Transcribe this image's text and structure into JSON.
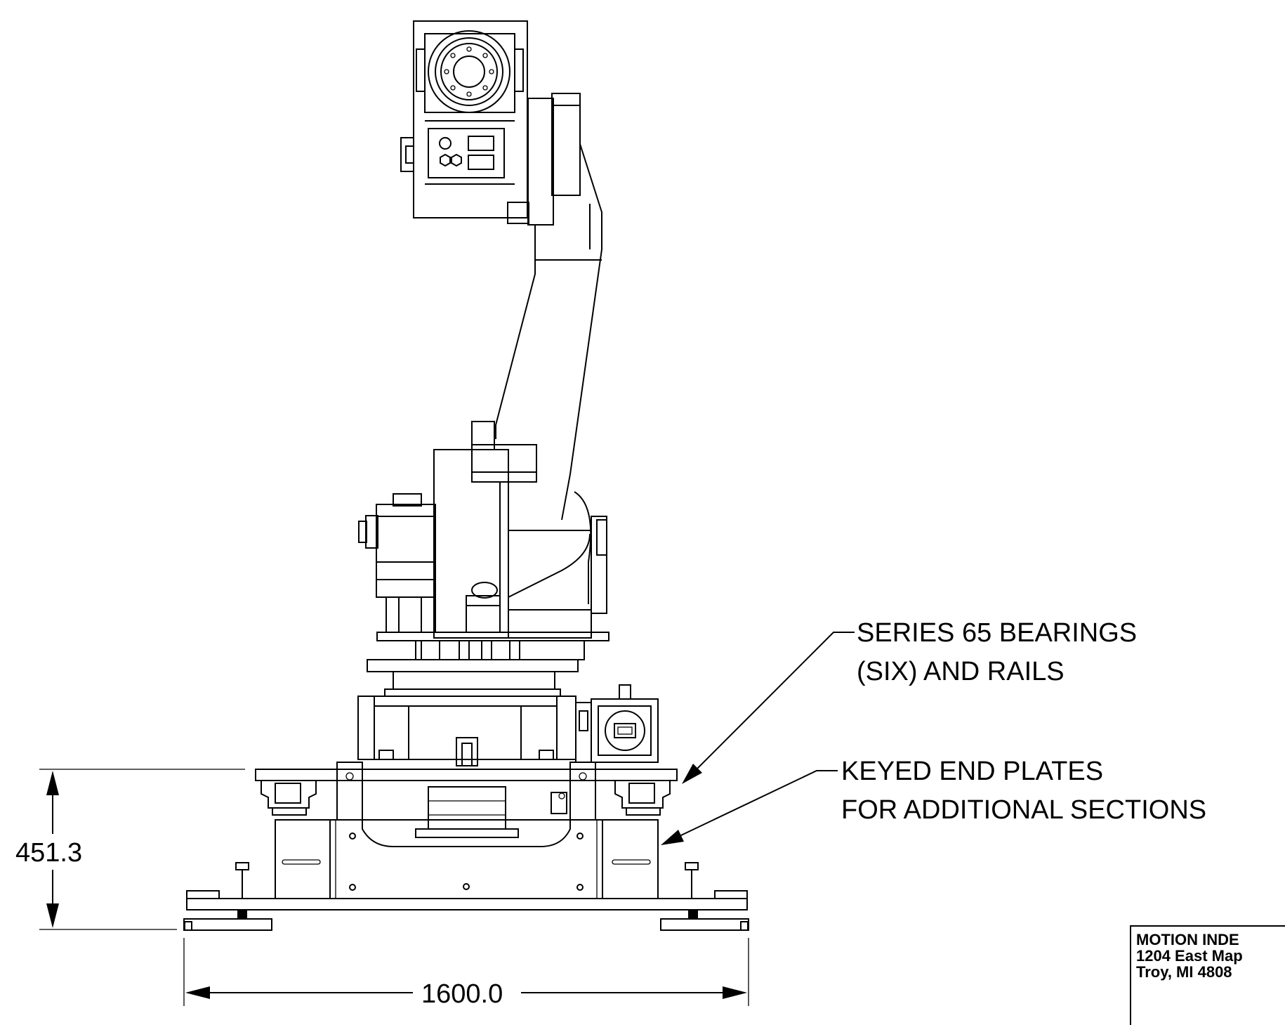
{
  "callouts": {
    "bearings": {
      "line1": "SERIES 65 BEARINGS",
      "line2": "(SIX) AND RAILS"
    },
    "end_plates": {
      "line1": "KEYED END PLATES",
      "line2": "FOR ADDITIONAL SECTIONS"
    }
  },
  "dimensions": {
    "height": "451.3",
    "width": "1600.0"
  },
  "title_block": {
    "company": "MOTION INDE",
    "address1": "1204 East Map",
    "address2": "Troy, MI 4808"
  }
}
